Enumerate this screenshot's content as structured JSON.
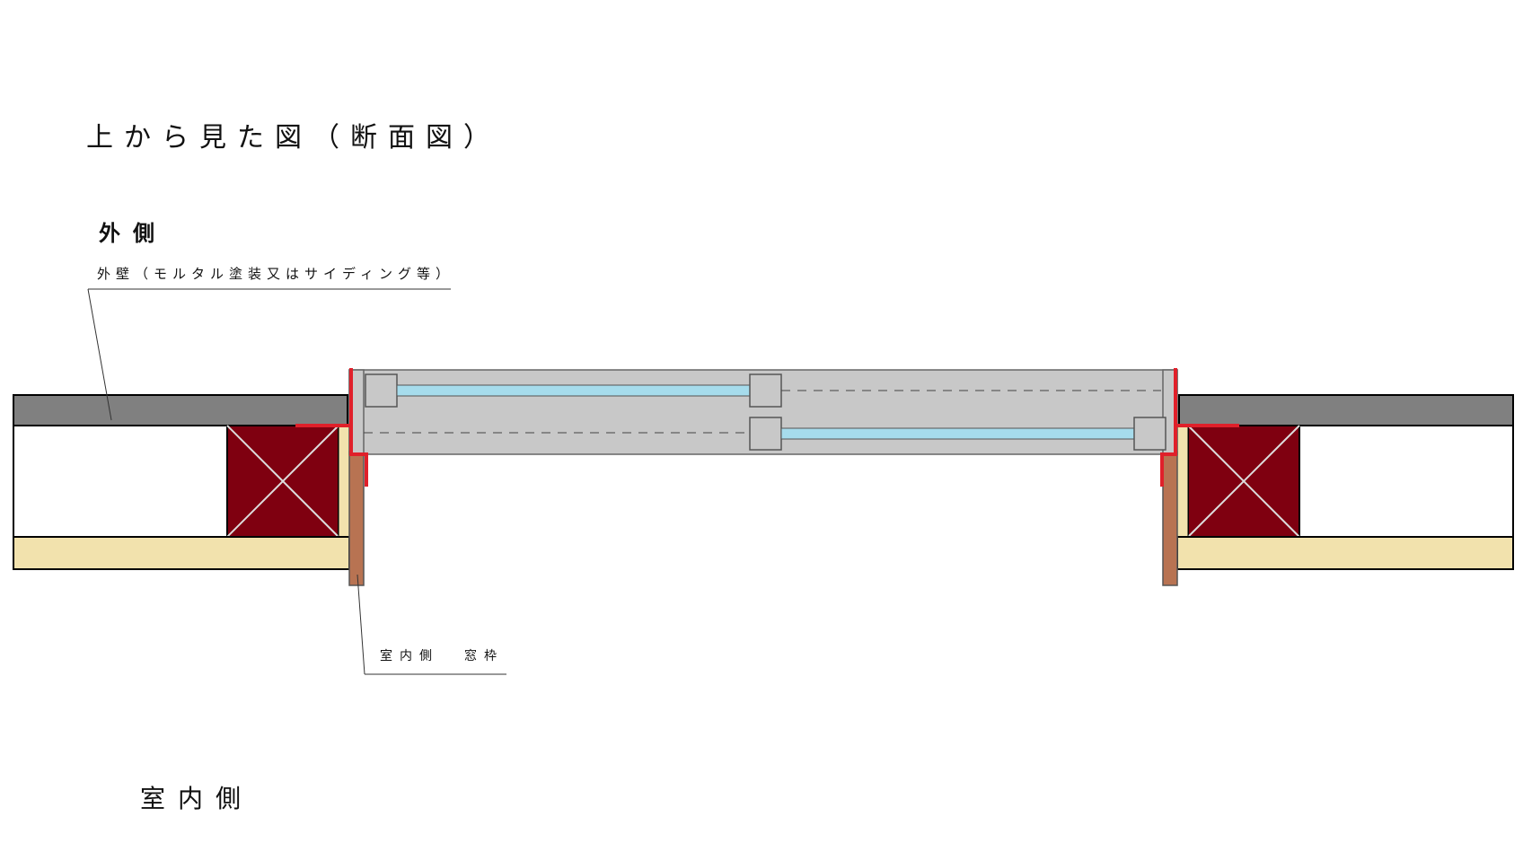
{
  "title": "上から見た図（断面図）",
  "labels": {
    "outside": "外側",
    "inside": "室内側",
    "exterior_wall": "外壁（モルタル塗装又はサイディング等）",
    "interior_frame_a": "室内側",
    "interior_frame_b": "窓枠"
  },
  "colors": {
    "exterior_wall": "#808080",
    "interior_finish": "#f2e2ad",
    "pillar": "#7f0010",
    "window_frame": "#c8c8c8",
    "glass": "#a6dcec",
    "interior_trim": "#b87352",
    "waterproof_flashing": "#e0202a"
  }
}
